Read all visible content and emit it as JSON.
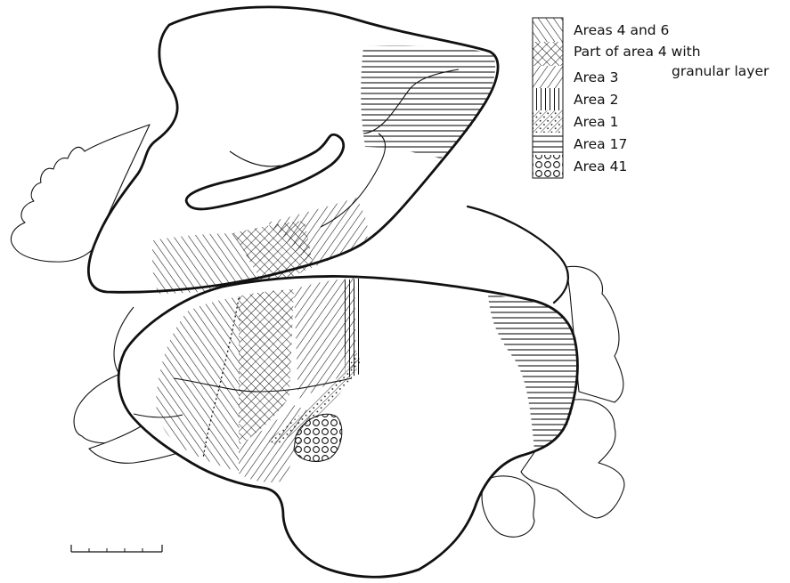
{
  "legend": {
    "items": [
      {
        "label": "Areas 4 and 6",
        "pattern": "diagonal-hatch"
      },
      {
        "label": "Part of area 4 with",
        "pattern": "cross-hatch"
      },
      {
        "label": "Area 3",
        "pattern": "back-diagonal-hatch"
      },
      {
        "label": "Area 2",
        "pattern": "vertical-hatch"
      },
      {
        "label": "Area 1",
        "pattern": "dotted-cross-hatch"
      },
      {
        "label": "Area 17",
        "pattern": "horizontal-hatch"
      },
      {
        "label": "Area 41",
        "pattern": "circles"
      }
    ],
    "continuation": "granular layer"
  },
  "colors": {
    "ink": "#111111",
    "paper": "#ffffff"
  }
}
